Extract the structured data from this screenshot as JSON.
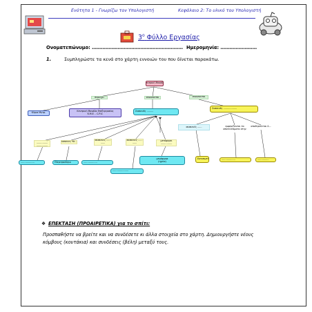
{
  "header": {
    "left": "Ενότητα 1 - Γνωρίζω τον Υπολογιστή",
    "right": "Κεφάλαιο 2: Το υλικό του Υπολογιστή"
  },
  "title": {
    "num": "3",
    "sup": "ο",
    "text": "Φύλλο Εργασίας"
  },
  "fields": {
    "name": "Ονοματεπώνυμο: ……………………………………………………",
    "date": "Ημερομηνία: ……………………"
  },
  "task": {
    "number": "1.",
    "text": "Συμπληρώστε τα κενά στο χάρτη εννοιών του που δίνεται παρακάτω."
  },
  "map": {
    "root": "Κεντρική Μονάδα",
    "l_periexei": "περιέχει",
    "l_synd1": "συνδέονται",
    "l_synd2": "συνδέονται",
    "motherboard": "Κύρια Μητρ.",
    "cpu_line1": "Κεντρική Μονάδα Επεξεργασίας",
    "cpu_line2": "Κ.Μ.Ε. - C.P.U.",
    "center_box": "Συσκευές ………",
    "yellow_box": "Συσκευές ………………",
    "l_syskeves_eisodou": "συσκευές …………… ……………",
    "l_syskeves_3": "συσκευές τα …",
    "l_syskeves_ekt": "συσκευές …… ……",
    "l_syskeves_ekt2": "συσκευές …… ……",
    "l_mpg": "μεταφέρει ……………",
    "cyan1": "………………",
    "cyan2": "Πληκτρολόγιο",
    "cyan3": "………………",
    "cyan4": "…………………",
    "cyan5_line1": "μεγάφωνα",
    "cyan5_line2": "(ηχεία)",
    "l_yellow_left": "συσκευές ……",
    "l_yellow_mid": "εμφανίζονται τα αποτελέσματα στην",
    "l_yellow_right": "αποθηκεύεται δ...",
    "small_box_bottom": "………………",
    "yellow_small1": "Εκτυπωτής",
    "yellow_small2": "………………",
    "yellow_small3": "……………"
  },
  "extension": {
    "bullet": "❖",
    "title": "ΕΠΕΚΤΑΣΗ (ΠΡΟΑΙΡΕΤΙΚΑ) για το σπίτι:",
    "body": "Προσπαθήστε να βρείτε και να συνδέσετε κι άλλα στοιχεία στο χάρτη. Δημιουργήστε νέους κόμβους (κουτάκια) και συνδέσεις (βέλη) μεταξύ τους."
  }
}
